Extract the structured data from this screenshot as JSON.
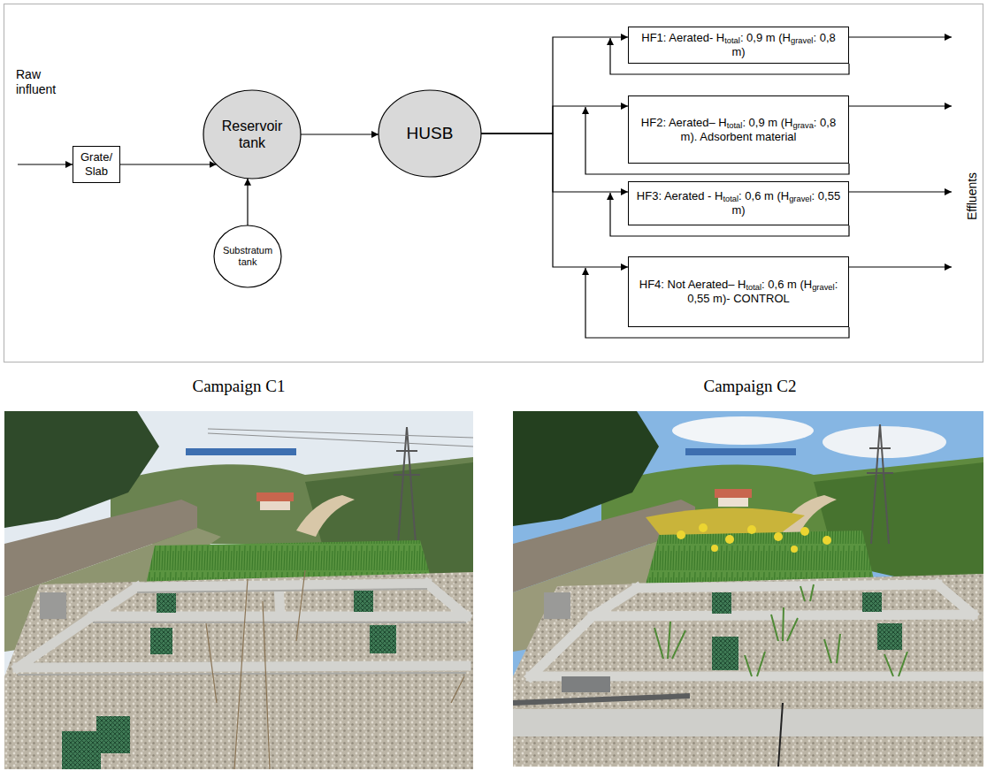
{
  "diagram": {
    "nodes": [
      {
        "text": [
          "Grate/ Slab"
        ]
      },
      {
        "text": [
          "Reservoir tank"
        ]
      },
      {
        "text": [
          "Substratum tank"
        ]
      },
      {
        "text": [
          "HUSB"
        ]
      },
      {
        "text": [
          "HF1: Aerated- Htotal: 0,9 m (Hgravel: 0,8 m)"
        ]
      },
      {
        "text": [
          "HF2: Aerated– Htotal: 0,9 m (Hgrava: 0,8 m). Adsorbent material"
        ]
      },
      {
        "text": [
          "HF3: Aerated - Htotal: 0,6 m (Hgravel: 0,55 m)"
        ]
      },
      {
        "text": [
          "HF4: Not Aerated– Htotal: 0,6 m (Hgravel: 0,55 m)- CONTROL"
        ]
      }
    ],
    "edges": [
      {
        "from": 0,
        "to": 1,
        "arrow": "to"
      },
      {
        "from": 2,
        "to": 1,
        "arrow": "to"
      },
      {
        "from": 1,
        "to": 3,
        "arrow": "to"
      },
      {
        "from": 3,
        "to": 4,
        "arrow": "to"
      },
      {
        "from": 3,
        "to": 5,
        "arrow": "to"
      },
      {
        "from": 3,
        "to": 6,
        "arrow": "to"
      },
      {
        "from": 3,
        "to": 7,
        "arrow": "to"
      }
    ],
    "labels": [
      "Raw influent",
      "Effluents",
      "Campaign C1",
      "Campaign C2"
    ]
  }
}
